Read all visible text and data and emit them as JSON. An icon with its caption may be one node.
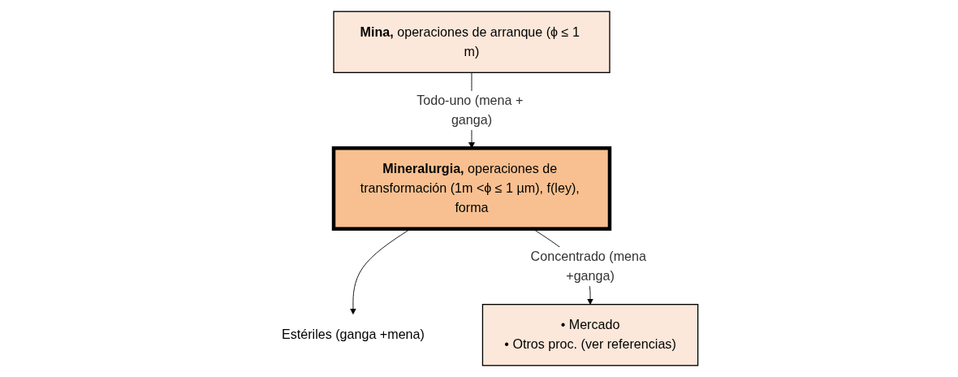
{
  "diagram": {
    "nodes": [
      {
        "text": [
          "**Mina,** operaciones de arranque (ϕ ≤ 1 m)"
        ]
      },
      {
        "text": [
          "**Mineralurgia,** operaciones de transformación (1m <ϕ ≤ 1 µm), f(ley), forma"
        ]
      },
      {
        "text": [
          "Estériles (ganga +mena)"
        ]
      },
      {
        "text": [
          "• Mercado",
          "• Otros proc. (ver referencias)"
        ]
      }
    ],
    "edges": [
      {
        "from": 0,
        "to": 1,
        "arrow": "to",
        "label": "Todo-uno (mena + ganga)"
      },
      {
        "from": 1,
        "to": 2,
        "arrow": "to"
      },
      {
        "from": 1,
        "to": 3,
        "arrow": "to",
        "label": "Concentrado (mena +ganga)"
      }
    ]
  }
}
